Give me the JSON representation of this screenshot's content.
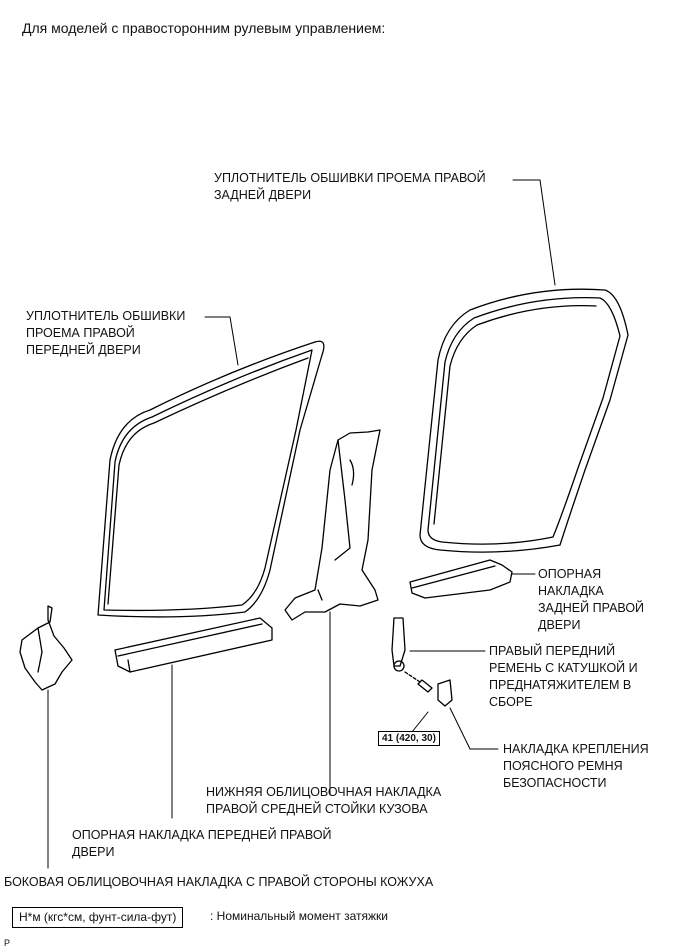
{
  "header": "Для моделей с правосторонним рулевым управлением:",
  "labels": {
    "rear_door_weatherstrip": "УПЛОТНИТЕЛЬ ОБШИВКИ ПРОЕМА ПРАВОЙ\nЗАДНЕЙ ДВЕРИ",
    "front_door_weatherstrip": "УПЛОТНИТЕЛЬ ОБШИВКИ\nПРОЕМА ПРАВОЙ\nПЕРЕДНЕЙ ДВЕРИ",
    "rear_scuff_plate": "ОПОРНАЯ\nНАКЛАДКА\nЗАДНЕЙ ПРАВОЙ\nДВЕРИ",
    "seat_belt": "ПРАВЫЙ ПЕРЕДНИЙ\nРЕМЕНЬ С КАТУШКОЙ И\nПРЕДНАТЯЖИТЕЛЕМ В\nСБОРЕ",
    "anchor_cover": "НАКЛАДКА КРЕПЛЕНИЯ\nПОЯСНОГО РЕМНЯ\nБЕЗОПАСНОСТИ",
    "center_pillar": "НИЖНЯЯ ОБЛИЦОВОЧНАЯ НАКЛАДКА\nПРАВОЙ СРЕДНЕЙ СТОЙКИ КУЗОВА",
    "front_scuff_plate": "ОПОРНАЯ НАКЛАДКА ПЕРЕДНЕЙ ПРАВОЙ\nДВЕРИ",
    "cowl_side_trim": "БОКОВАЯ ОБЛИЦОВОЧНАЯ НАКЛАДКА С ПРАВОЙ СТОРОНЫ КОЖУХА"
  },
  "torque": "41 (420, 30)",
  "legend": {
    "box": "Н*м (кгс*см, фунт-сила-фут)",
    "desc": ": Номинальный момент затяжки"
  },
  "corner_mark": "P"
}
